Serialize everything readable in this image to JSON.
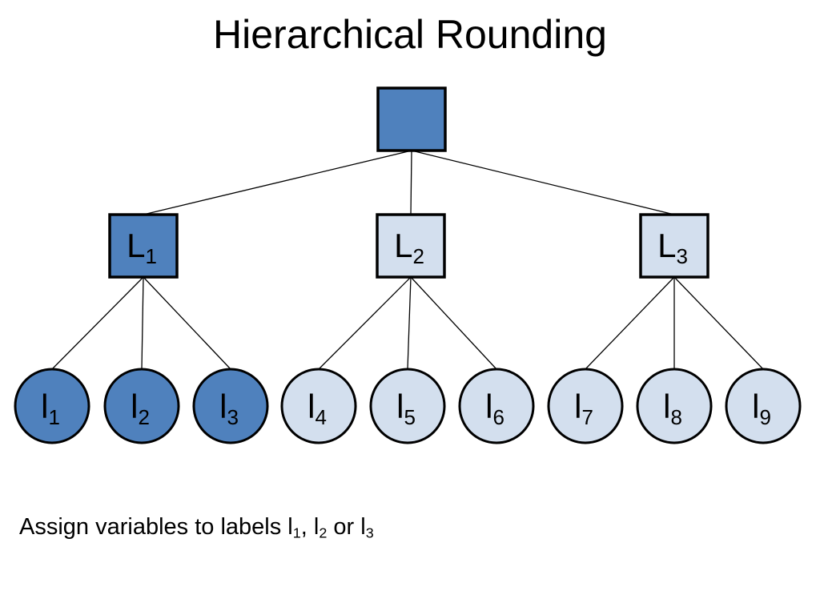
{
  "title": "Hierarchical Rounding",
  "colors": {
    "selected_fill": "#4f81bd",
    "unselected_fill": "#d3dfee",
    "stroke": "#000000",
    "edge": "#000000"
  },
  "tree": {
    "root": {
      "label": "",
      "label_sub": "",
      "selected": true
    },
    "level1": [
      {
        "label": "L",
        "label_sub": "1",
        "selected": true
      },
      {
        "label": "L",
        "label_sub": "2",
        "selected": false
      },
      {
        "label": "L",
        "label_sub": "3",
        "selected": false
      }
    ],
    "leaves": [
      {
        "label": "l",
        "label_sub": "1",
        "parent": 0,
        "selected": true
      },
      {
        "label": "l",
        "label_sub": "2",
        "parent": 0,
        "selected": true
      },
      {
        "label": "l",
        "label_sub": "3",
        "parent": 0,
        "selected": true
      },
      {
        "label": "l",
        "label_sub": "4",
        "parent": 1,
        "selected": false
      },
      {
        "label": "l",
        "label_sub": "5",
        "parent": 1,
        "selected": false
      },
      {
        "label": "l",
        "label_sub": "6",
        "parent": 1,
        "selected": false
      },
      {
        "label": "l",
        "label_sub": "7",
        "parent": 2,
        "selected": false
      },
      {
        "label": "l",
        "label_sub": "8",
        "parent": 2,
        "selected": false
      },
      {
        "label": "l",
        "label_sub": "9",
        "parent": 2,
        "selected": false
      }
    ]
  },
  "caption": {
    "prefix": "Assign variables to labels ",
    "l1": "l",
    "l1_sub": "1",
    "sep1": ", ",
    "l2": "l",
    "l2_sub": "2",
    "sep2": " or ",
    "l3": "l",
    "l3_sub": "3"
  }
}
